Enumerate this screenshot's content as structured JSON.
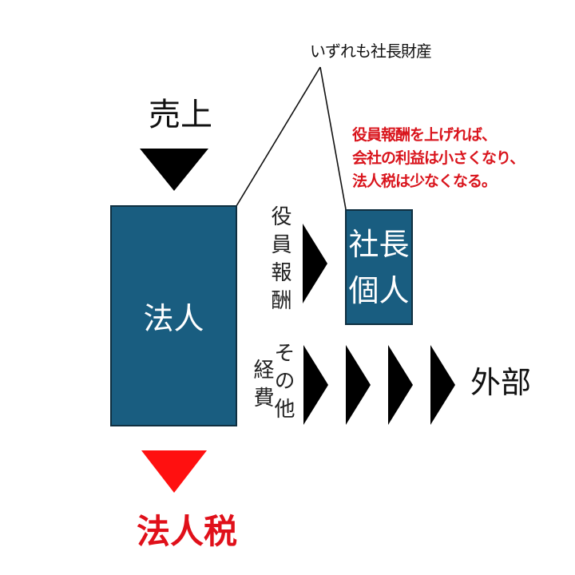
{
  "callout": {
    "label": "いずれも社長財産",
    "apex": [
      401,
      84
    ],
    "line_to_corp": [
      296,
      258
    ],
    "line_to_president": [
      433,
      262
    ]
  },
  "note": {
    "lines": [
      "役員報酬を上げれば、",
      "会社の利益は小さくなり、",
      "法人税は少なくなる。"
    ],
    "color": "#d9141c"
  },
  "sales": {
    "label": "売上",
    "arrow_color": "#000000"
  },
  "corporation": {
    "label": "法人",
    "fill": "#195d80"
  },
  "president": {
    "line1": "社長",
    "line2": "個人",
    "fill": "#195d80"
  },
  "compensation_flow": {
    "label": "役員報酬",
    "arrow_count": 1
  },
  "other_expenses_flow": {
    "label_col1": "その他",
    "label_col2": "経費",
    "arrow_count": 4,
    "destination": "外部"
  },
  "corporate_tax": {
    "label": "法人税",
    "color": "#e0101a",
    "arrow_color": "#ff1010"
  }
}
